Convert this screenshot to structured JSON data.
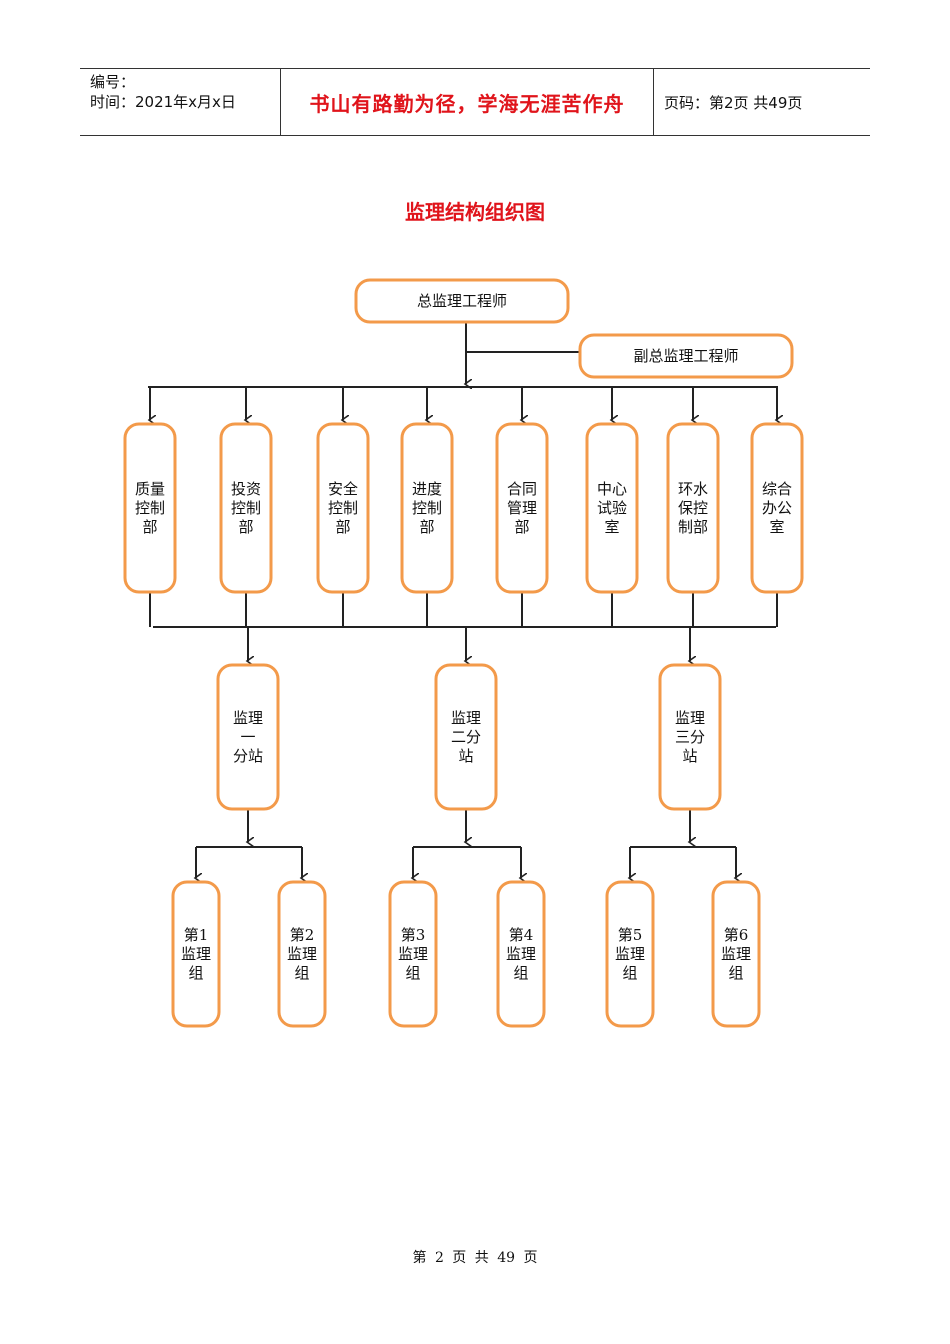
{
  "header": {
    "code_label": "编号：",
    "time_label": "时间：2021年x月x日",
    "motto": "书山有路勤为径，学海无涯苦作舟",
    "page_info": "页码：第2页  共49页"
  },
  "title": "监理结构组织图",
  "org": {
    "chief": "总监理工程师",
    "deputy": "副总监理工程师",
    "departments": [
      [
        "质量",
        "控制",
        "部"
      ],
      [
        "投资",
        "控制",
        "部"
      ],
      [
        "安全",
        "控制",
        "部"
      ],
      [
        "进度",
        "控制",
        "部"
      ],
      [
        "合同",
        "管理",
        "部"
      ],
      [
        "中心",
        "试验",
        "室"
      ],
      [
        "环水",
        "保控",
        "制部"
      ],
      [
        "综合",
        "办公",
        "室"
      ]
    ],
    "stations": [
      [
        "监理",
        "一",
        "分站"
      ],
      [
        "监理",
        "二分",
        "站"
      ],
      [
        "监理",
        "三分",
        "站"
      ]
    ],
    "groups": [
      [
        "第1",
        "监理",
        "组"
      ],
      [
        "第2",
        "监理",
        "组"
      ],
      [
        "第3",
        "监理",
        "组"
      ],
      [
        "第4",
        "监理",
        "组"
      ],
      [
        "第5",
        "监理",
        "组"
      ],
      [
        "第6",
        "监理",
        "组"
      ]
    ]
  },
  "colors": {
    "accent": "#e0141b",
    "box_border": "#f39a4a",
    "line": "#222222"
  },
  "footer": "第 2 页 共 49 页"
}
